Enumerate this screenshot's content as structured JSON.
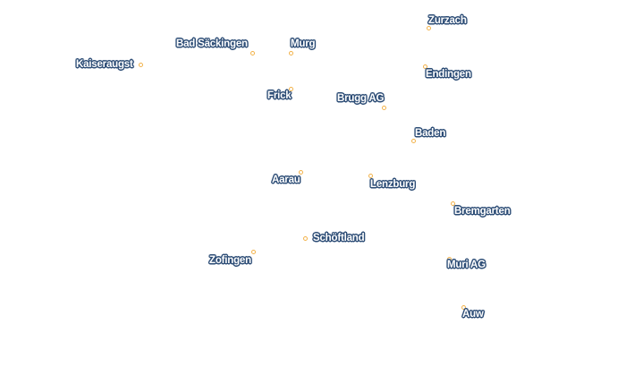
{
  "map": {
    "marker_color": "#f2b24a",
    "label_color": "#ffffff",
    "label_halo_color": "#2d4d76",
    "places": [
      {
        "id": "zurzach",
        "name": "Zurzach"
      },
      {
        "id": "bad-saeckingen",
        "name": "Bad Säckingen"
      },
      {
        "id": "murg",
        "name": "Murg"
      },
      {
        "id": "kaiseraugst",
        "name": "Kaiseraugst"
      },
      {
        "id": "endingen",
        "name": "Endingen"
      },
      {
        "id": "frick",
        "name": "Frick"
      },
      {
        "id": "brugg",
        "name": "Brugg AG"
      },
      {
        "id": "baden",
        "name": "Baden"
      },
      {
        "id": "aarau",
        "name": "Aarau"
      },
      {
        "id": "lenzburg",
        "name": "Lenzburg"
      },
      {
        "id": "bremgarten",
        "name": "Bremgarten"
      },
      {
        "id": "schoeftland",
        "name": "Schöftland"
      },
      {
        "id": "zofingen",
        "name": "Zofingen"
      },
      {
        "id": "muri",
        "name": "Muri AG"
      },
      {
        "id": "auw",
        "name": "Auw"
      }
    ]
  }
}
